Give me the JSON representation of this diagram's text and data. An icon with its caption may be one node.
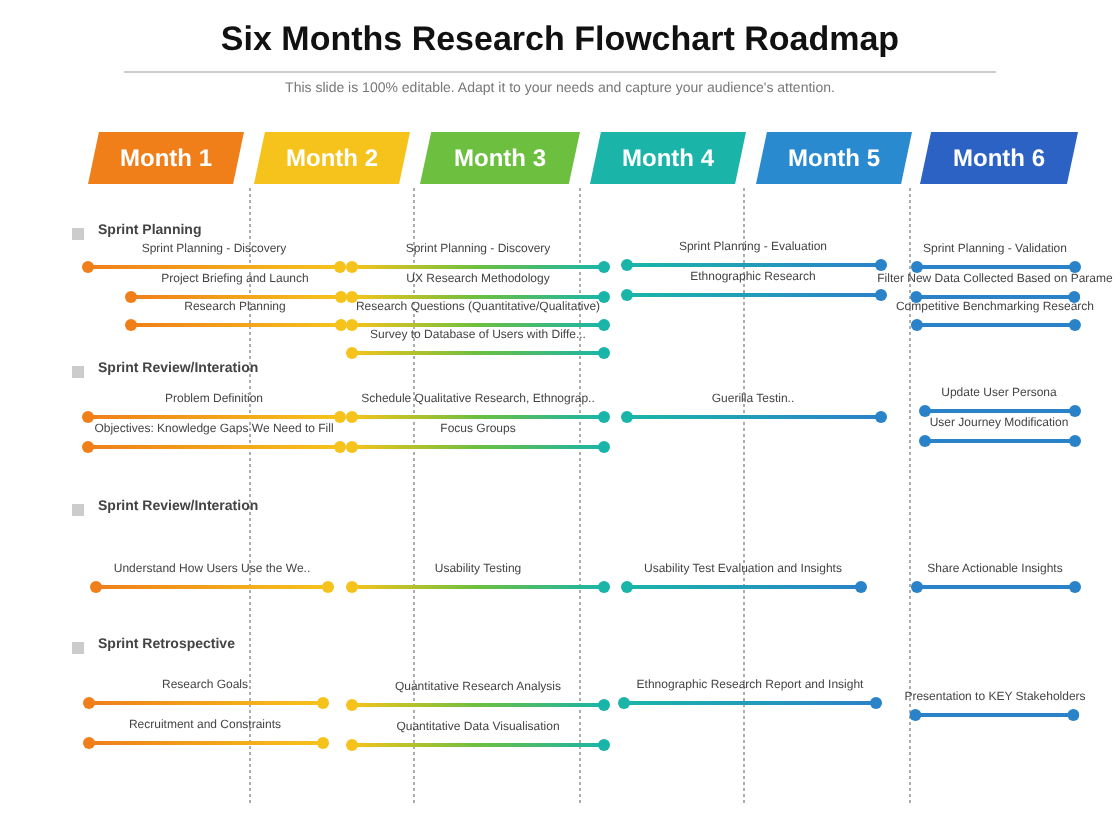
{
  "diagram": {
    "title": "Six Months Research Flowchart Roadmap",
    "nodes": [
      {
        "text": [
          "Month 1"
        ]
      },
      {
        "text": [
          "Month 2"
        ]
      },
      {
        "text": [
          "Month 3"
        ]
      },
      {
        "text": [
          "Month 4"
        ]
      },
      {
        "text": [
          "Month 5"
        ]
      },
      {
        "text": [
          "Month 6"
        ]
      },
      {
        "text": [
          "Sprint Planning - Discovery"
        ]
      },
      {
        "text": [
          "Project Briefing and Launch"
        ]
      },
      {
        "text": [
          "Research Planning"
        ]
      },
      {
        "text": [
          "Sprint Planning - Discovery"
        ]
      },
      {
        "text": [
          "UX Research Methodology"
        ]
      },
      {
        "text": [
          "Research Questions (Quantitative/Qualitative)"
        ]
      },
      {
        "text": [
          "Survey to Database of Users with Diffe..."
        ]
      },
      {
        "text": [
          "Sprint Planning - Evaluation"
        ]
      },
      {
        "text": [
          "Ethnographic Research"
        ]
      },
      {
        "text": [
          "Sprint Planning - Validation"
        ]
      },
      {
        "text": [
          "Filter New Data Collected Based on Parame"
        ]
      },
      {
        "text": [
          "Competitive Benchmarking Research"
        ]
      },
      {
        "text": [
          "Problem Definition"
        ]
      },
      {
        "text": [
          "Objectives: Knowledge Gaps We Need to Fill"
        ]
      },
      {
        "text": [
          "Schedule Qualitative Research, Ethnograp.."
        ]
      },
      {
        "text": [
          "Focus Groups"
        ]
      },
      {
        "text": [
          "Guerilla Testin.."
        ]
      },
      {
        "text": [
          "Update User Persona"
        ]
      },
      {
        "text": [
          "User Journey Modification"
        ]
      },
      {
        "text": [
          "Understand How Users Use the We.."
        ]
      },
      {
        "text": [
          "Usability Testing"
        ]
      },
      {
        "text": [
          "Usability Test Evaluation and Insights"
        ]
      },
      {
        "text": [
          "Share Actionable Insights"
        ]
      },
      {
        "text": [
          "Research Goals"
        ]
      },
      {
        "text": [
          "Recruitment and Constraints"
        ]
      },
      {
        "text": [
          "Quantitative Research Analysis"
        ]
      },
      {
        "text": [
          "Quantitative Data Visualisation"
        ]
      },
      {
        "text": [
          "Ethnographic Research Report and Insight"
        ]
      },
      {
        "text": [
          "Presentation to KEY Stakeholders"
        ]
      }
    ],
    "labels": [
      "This slide is 100% editable. Adapt it to your needs and capture your audience's attention.",
      "Sprint Planning",
      "Sprint Review/Interation",
      "Sprint Review/Interation",
      "Sprint Retrospective"
    ]
  }
}
